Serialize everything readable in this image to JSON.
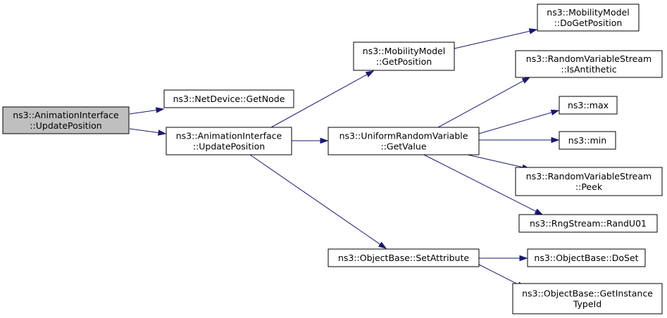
{
  "graph": {
    "root_fill": "#bfbfbf",
    "node_fill": "#ffffff",
    "edge_color": "#191970",
    "nodes": {
      "ai_update_root": {
        "lines": [
          "ns3::AnimationInterface",
          "::UpdatePosition"
        ],
        "highlighted": true
      },
      "netdevice_getnode": {
        "lines": [
          "ns3::NetDevice::GetNode"
        ]
      },
      "ai_update": {
        "lines": [
          "ns3::AnimationInterface",
          "::UpdatePosition"
        ]
      },
      "mobility_getpos": {
        "lines": [
          "ns3::MobilityModel",
          "::GetPosition"
        ]
      },
      "mobility_dogetpos": {
        "lines": [
          "ns3::MobilityModel",
          "::DoGetPosition"
        ]
      },
      "urv_getvalue": {
        "lines": [
          "ns3::UniformRandomVariable",
          "::GetValue"
        ]
      },
      "rvs_isantithetic": {
        "lines": [
          "ns3::RandomVariableStream",
          "::IsAntithetic"
        ]
      },
      "max": {
        "lines": [
          "ns3::max"
        ]
      },
      "min": {
        "lines": [
          "ns3::min"
        ]
      },
      "rvs_peek": {
        "lines": [
          "ns3::RandomVariableStream",
          "::Peek"
        ]
      },
      "rng_randu01": {
        "lines": [
          "ns3::RngStream::RandU01"
        ]
      },
      "ob_setattribute": {
        "lines": [
          "ns3::ObjectBase::SetAttribute"
        ]
      },
      "ob_doset": {
        "lines": [
          "ns3::ObjectBase::DoSet"
        ]
      },
      "ob_getinstancetypeid": {
        "lines": [
          "ns3::ObjectBase::GetInstance",
          "TypeId"
        ]
      }
    },
    "edges": [
      [
        "ai_update_root",
        "netdevice_getnode"
      ],
      [
        "ai_update_root",
        "ai_update"
      ],
      [
        "ai_update",
        "mobility_getpos"
      ],
      [
        "ai_update",
        "urv_getvalue"
      ],
      [
        "ai_update",
        "ob_setattribute"
      ],
      [
        "mobility_getpos",
        "mobility_dogetpos"
      ],
      [
        "urv_getvalue",
        "rvs_isantithetic"
      ],
      [
        "urv_getvalue",
        "max"
      ],
      [
        "urv_getvalue",
        "min"
      ],
      [
        "urv_getvalue",
        "rvs_peek"
      ],
      [
        "urv_getvalue",
        "rng_randu01"
      ],
      [
        "ob_setattribute",
        "ob_doset"
      ],
      [
        "ob_setattribute",
        "ob_getinstancetypeid"
      ]
    ]
  }
}
